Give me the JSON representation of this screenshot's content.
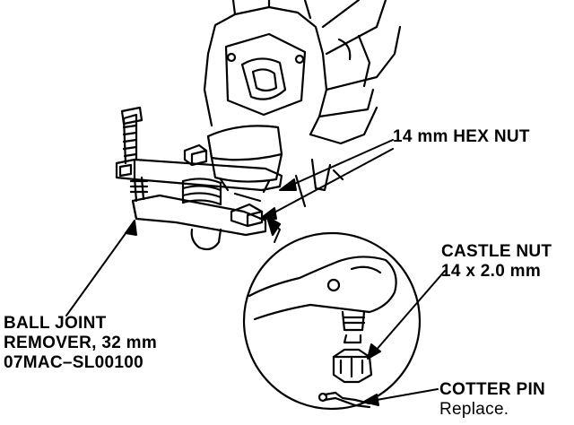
{
  "diagram": {
    "callouts": {
      "hex_nut": {
        "line1": "14 mm HEX NUT"
      },
      "castle_nut": {
        "line1": "CASTLE NUT",
        "line2": "14 x 2.0 mm"
      },
      "ball_joint_remover": {
        "line1": "BALL JOINT",
        "line2": "REMOVER, 32 mm",
        "line3": "07MAC–SL00100"
      },
      "cotter_pin": {
        "line1": "COTTER PIN",
        "line2": "Replace."
      }
    },
    "colors": {
      "ink": "#000000",
      "paper": "#ffffff"
    }
  }
}
